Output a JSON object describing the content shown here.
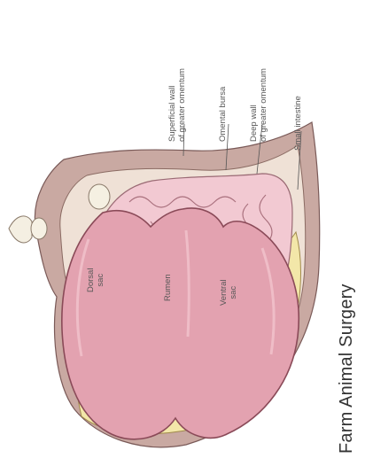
{
  "diagram": {
    "labels": {
      "superficial_wall_line1": "Superficial wall",
      "superficial_wall_line2": "of greater omentum",
      "omental_bursa": "Omental bursa",
      "deep_wall_line1": "Deep wall",
      "deep_wall_line2": "of greater omentum",
      "small_intestine": "Small intestine",
      "dorsal_sac_line1": "Dorsal",
      "dorsal_sac_line2": "sac",
      "rumen": "Rumen",
      "ventral_sac_line1": "Ventral",
      "ventral_sac_line2": "sac"
    },
    "colors": {
      "body_wall": "#c9a9a2",
      "rumen_fill": "#e3a2b0",
      "intestine_fill": "#f2c9d2",
      "omentum": "#f3e7a9",
      "outline": "#7a5a58"
    }
  },
  "footer": {
    "book_title": "Farm Animal Surgery"
  }
}
